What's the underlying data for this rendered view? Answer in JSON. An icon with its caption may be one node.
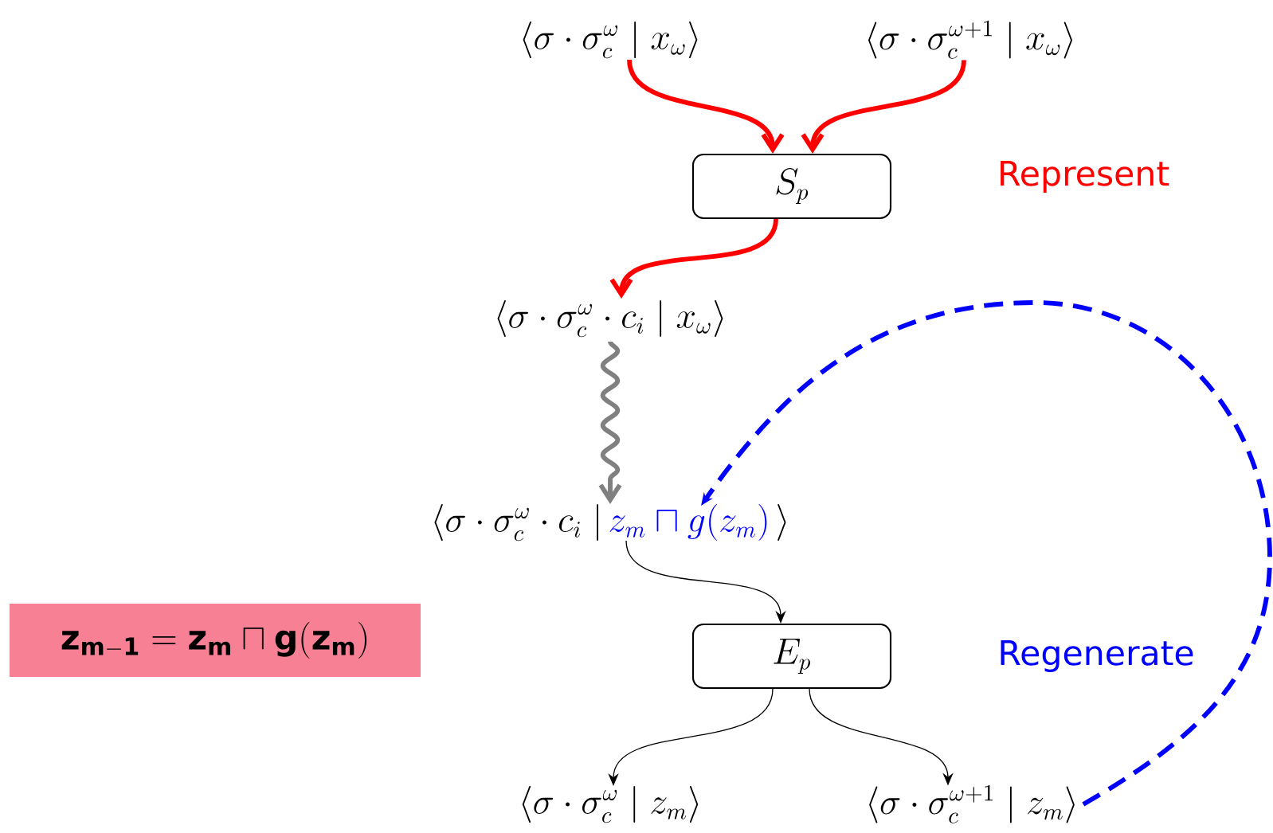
{
  "diagram": {
    "nodes": [
      {
        "text": [
          "\\langle\\sigma\\cdot\\sigma_c^{\\omega} \\mid x_{\\omega}\\rangle"
        ]
      },
      {
        "text": [
          "\\langle\\sigma\\cdot\\sigma_c^{\\omega+1} \\mid x_{\\omega}\\rangle"
        ]
      },
      {
        "text": [
          "S_p"
        ]
      },
      {
        "text": [
          "\\langle\\sigma\\cdot\\sigma_c^{\\omega}\\cdot c_i \\mid x_{\\omega}\\rangle"
        ]
      },
      {
        "text": [
          "\\langle\\sigma\\cdot\\sigma_c^{\\omega}\\cdot c_i \\mid",
          "z_m \\sqcap g(z_m)",
          "\\rangle"
        ]
      },
      {
        "text": [
          "E_p"
        ]
      },
      {
        "text": [
          "\\langle\\sigma\\cdot\\sigma_c^{\\omega} \\mid z_m\\rangle"
        ]
      },
      {
        "text": [
          "\\langle\\sigma\\cdot\\sigma_c^{\\omega+1} \\mid z_m\\rangle"
        ]
      },
      {
        "text": [
          "\\mathbf{z_{m-1}} = \\mathbf{z_m} \\sqcap \\mathbf{g(z_m)}"
        ]
      }
    ],
    "edges": [
      {
        "from": 0,
        "to": 2,
        "arrow": "to",
        "color": "#ff0000"
      },
      {
        "from": 1,
        "to": 2,
        "arrow": "to",
        "color": "#ff0000"
      },
      {
        "from": 2,
        "to": 3,
        "arrow": "to",
        "color": "#ff0000"
      },
      {
        "from": 3,
        "to": 4,
        "arrow": "to",
        "color": "#808080"
      },
      {
        "from": 4,
        "to": 5,
        "arrow": "to",
        "color": "#000000"
      },
      {
        "from": 5,
        "to": 6,
        "arrow": "to",
        "color": "#000000"
      },
      {
        "from": 5,
        "to": 7,
        "arrow": "to",
        "color": "#000000"
      },
      {
        "from": 7,
        "to": 4,
        "arrow": "to",
        "style": "dashed",
        "color": "#0000ff"
      }
    ],
    "labels": [
      "Represent",
      "Regenerate"
    ]
  }
}
